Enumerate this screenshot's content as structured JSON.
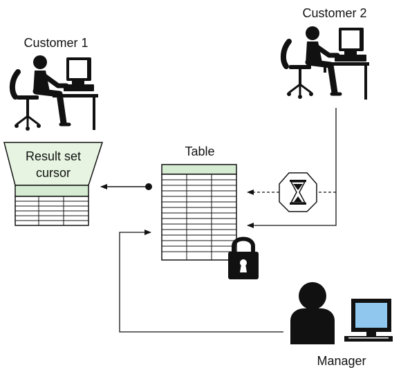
{
  "labels": {
    "customer1": "Customer 1",
    "customer2": "Customer 2",
    "result_line1": "Result set",
    "result_line2": "cursor",
    "table": "Table",
    "manager": "Manager"
  },
  "colors": {
    "ink": "#111111",
    "table_header": "#d6ecd2",
    "result_fill": "#e6f4e1",
    "monitor_screen": "#8fc7ef",
    "background": "#ffffff"
  },
  "icons": {
    "workstation": "person-at-desk-icon",
    "manager": "person-with-monitor-icon",
    "wait": "hourglass-icon",
    "lock": "padlock-icon"
  }
}
